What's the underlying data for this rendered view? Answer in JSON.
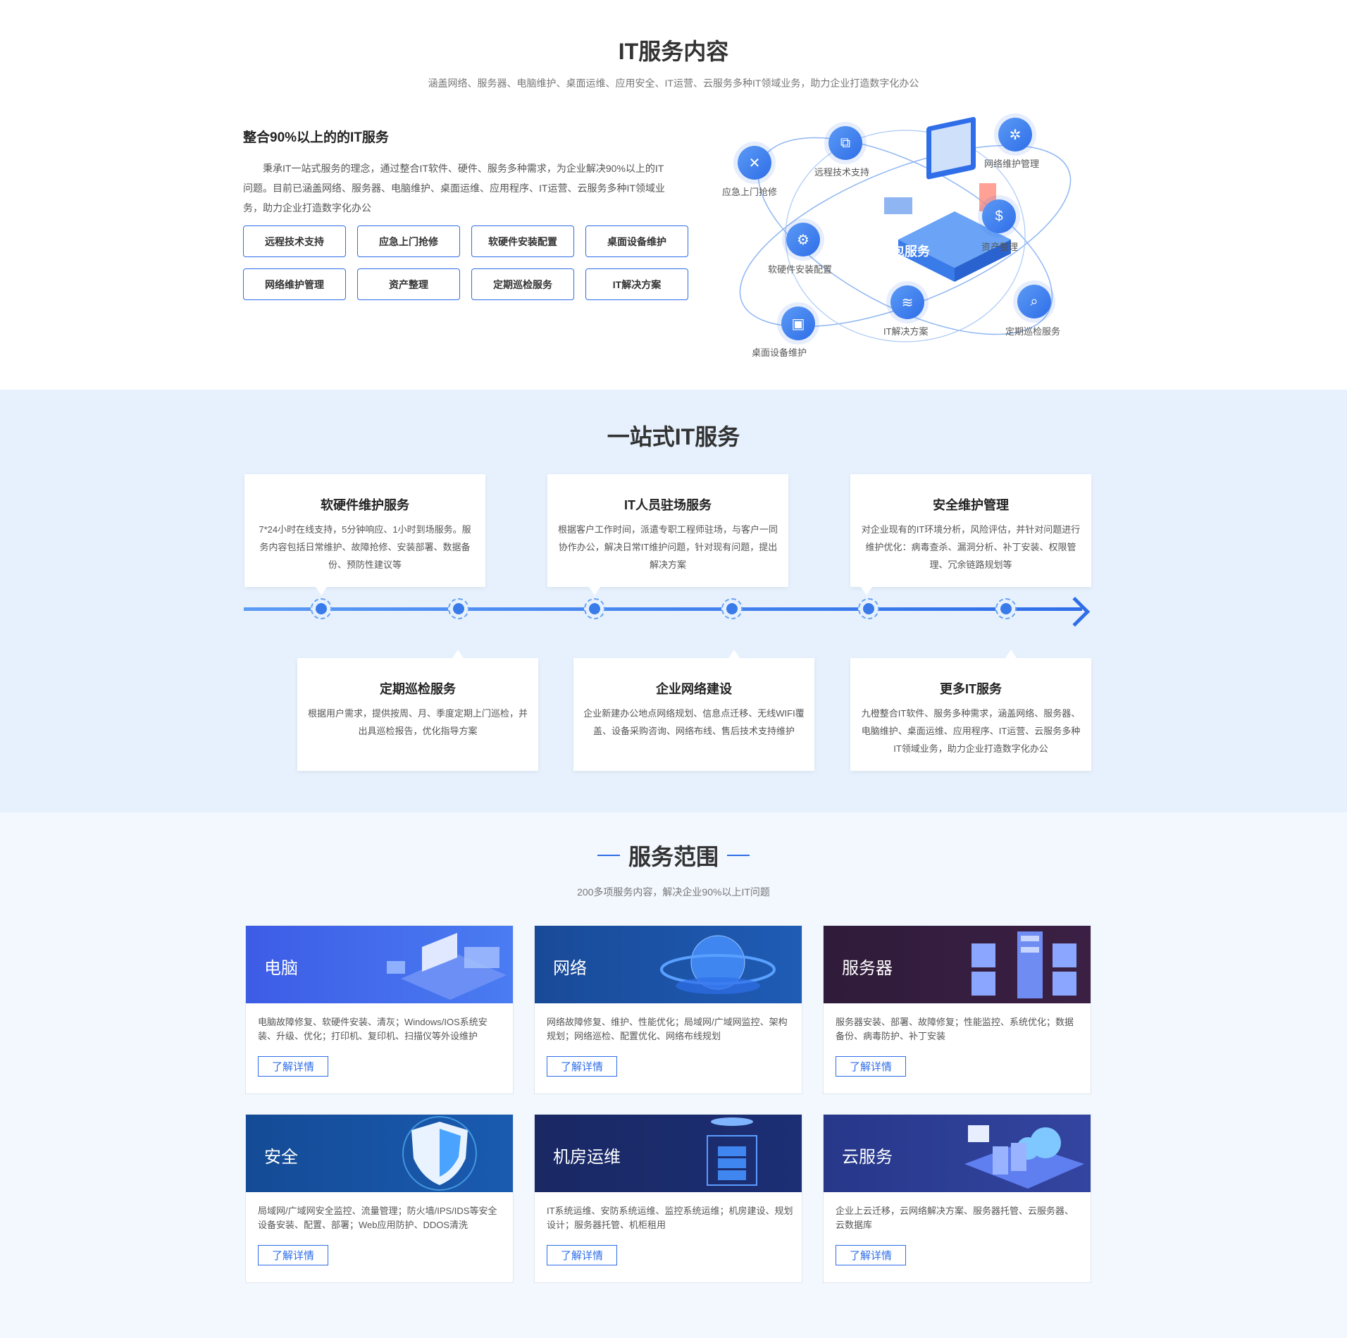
{
  "colors": {
    "accent": "#2f6ee8",
    "section_bg": "#e6f1fd",
    "section3_bg": "#f2f8fe"
  },
  "section1": {
    "title": "IT服务内容",
    "subtitle": "涵盖网络、服务器、电脑维护、桌面运维、应用安全、IT运营、云服务多种IT领域业务，助力企业打造数字化办公",
    "heading": "整合90%以上的的IT服务",
    "description": "秉承IT一站式服务的理念，通过整合IT软件、硬件、服务多种需求，为企业解决90%以上的IT问题。目前已涵盖网络、服务器、电脑维护、桌面运维、应用程序、IT运营、云服务多种IT领域业务，助力企业打造数字化办公",
    "buttons": [
      "远程技术支持",
      "应急上门抢修",
      "软硬件安装配置",
      "桌面设备维护",
      "网络维护管理",
      "资产整理",
      "定期巡检服务",
      "IT解决方案"
    ],
    "diagram": {
      "center": "IT外包服务",
      "nodes": [
        {
          "label": "应急上门抢修",
          "icon": "tools-icon"
        },
        {
          "label": "远程技术支持",
          "icon": "remote-icon"
        },
        {
          "label": "网络维护管理",
          "icon": "network-icon"
        },
        {
          "label": "资产整理",
          "icon": "dollar-icon"
        },
        {
          "label": "软硬件安装配置",
          "icon": "gear-icon"
        },
        {
          "label": "IT解决方案",
          "icon": "layers-icon"
        },
        {
          "label": "定期巡检服务",
          "icon": "document-search-icon"
        },
        {
          "label": "桌面设备维护",
          "icon": "desktop-icon"
        }
      ]
    }
  },
  "section2": {
    "title": "一站式IT服务",
    "top_cards": [
      {
        "title": "软硬件维护服务",
        "text": "7*24小时在线支持，5分钟响应、1小时到场服务。服务内容包括日常维护、故障抢修、安装部署、数据备份、预防性建议等"
      },
      {
        "title": "IT人员驻场服务",
        "text": "根据客户工作时间，派遣专职工程师驻场，与客户一同协作办公，解决日常IT维护问题，针对现有问题，提出解决方案"
      },
      {
        "title": "安全维护管理",
        "text": "对企业现有的IT环境分析，风险评估，并针对问题进行维护优化：病毒查杀、漏洞分析、补丁安装、权限管理、冗余链路规划等"
      }
    ],
    "bottom_cards": [
      {
        "title": "定期巡检服务",
        "text": "根据用户需求，提供按周、月、季度定期上门巡检，并出具巡检报告，优化指导方案"
      },
      {
        "title": "企业网络建设",
        "text": "企业新建办公地点网络规划、信息点迁移、无线WIFI覆盖、设备采购咨询、网络布线、售后技术支持维护"
      },
      {
        "title": "更多IT服务",
        "text": "九橙整合IT软件、服务多种需求，涵盖网络、服务器、电脑维护、桌面运维、应用程序、IT运营、云服务多种IT领域业务，助力企业打造数字化办公"
      }
    ]
  },
  "section3": {
    "title": "服务范围",
    "subtitle": "200多项服务内容，解决企业90%以上IT问题",
    "more_label": "了解详情",
    "items": [
      {
        "name": "电脑",
        "text": "电脑故障修复、软硬件安装、清灰；Windows/IOS系统安装、升级、优化；打印机、复印机、扫描仪等外设维护",
        "color": "#3d62e8"
      },
      {
        "name": "网络",
        "text": "网络故障修复、维护、性能优化；局域网/广域网监控、架构规划；网络巡检、配置优化、网络布线规划",
        "color": "#1d4f9e"
      },
      {
        "name": "服务器",
        "text": "服务器安装、部署、故障修复；性能监控、系统优化；数据备份、病毒防护、补丁安装",
        "color": "#3a1f3f"
      },
      {
        "name": "安全",
        "text": "局域网/广域网安全监控、流量管理；防火墙/IPS/IDS等安全设备安装、配置、部署；Web应用防护、DDOS清洗",
        "color": "#16519e"
      },
      {
        "name": "机房运维",
        "text": "IT系统运维、安防系统运维、监控系统运维；机房建设、规划设计；服务器托管、机柜租用",
        "color": "#1b2a6a"
      },
      {
        "name": "云服务",
        "text": "企业上云迁移，云网络解决方案、服务器托管、云服务器、云数据库",
        "color": "#2b3b8c"
      }
    ]
  }
}
